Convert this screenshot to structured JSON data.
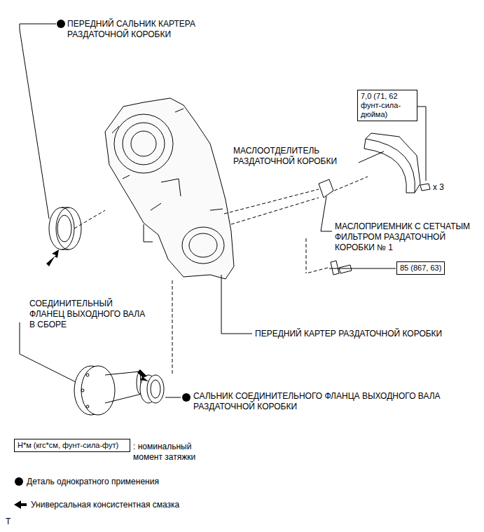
{
  "diagram": {
    "nodes": [
      {
        "text": [
          "7,0 (71, 62 фунт-сила-дюйма)"
        ]
      },
      {
        "text": [
          "85 (867, 63)"
        ]
      },
      {
        "text": [
          "Н*м (кгс*см, фунт-сила-фут)"
        ]
      }
    ],
    "labels": [
      "ПЕРЕДНИЙ САЛЬНИК КАРТЕРА РАЗДАТОЧНОЙ КОРОБКИ",
      "МАСЛООТДЕЛИТЕЛЬ РАЗДАТОЧНОЙ КОРОБКИ",
      "x 3",
      "МАСЛОПРИЕМНИК С СЕТЧАТЫМ ФИЛЬТРОМ РАЗДАТОЧНОЙ КОРОБКИ № 1",
      "СОЕДИНИТЕЛЬНЫЙ ФЛАНЕЦ ВЫХОДНОГО ВАЛА В СБОРЕ",
      "ПЕРЕДНИЙ КАРТЕР РАЗДАТОЧНОЙ КОРОБКИ",
      "САЛЬНИК СОЕДИНИТЕЛЬНОГО ФЛАНЦА ВЫХОДНОГО ВАЛА РАЗДАТОЧНОЙ КОРОБКИ",
      ": номинальный момент затяжки",
      "T"
    ],
    "legend": [
      {
        "text": "Деталь однократного применения"
      },
      {
        "text": "Универсальная консистентная смазка"
      }
    ]
  }
}
